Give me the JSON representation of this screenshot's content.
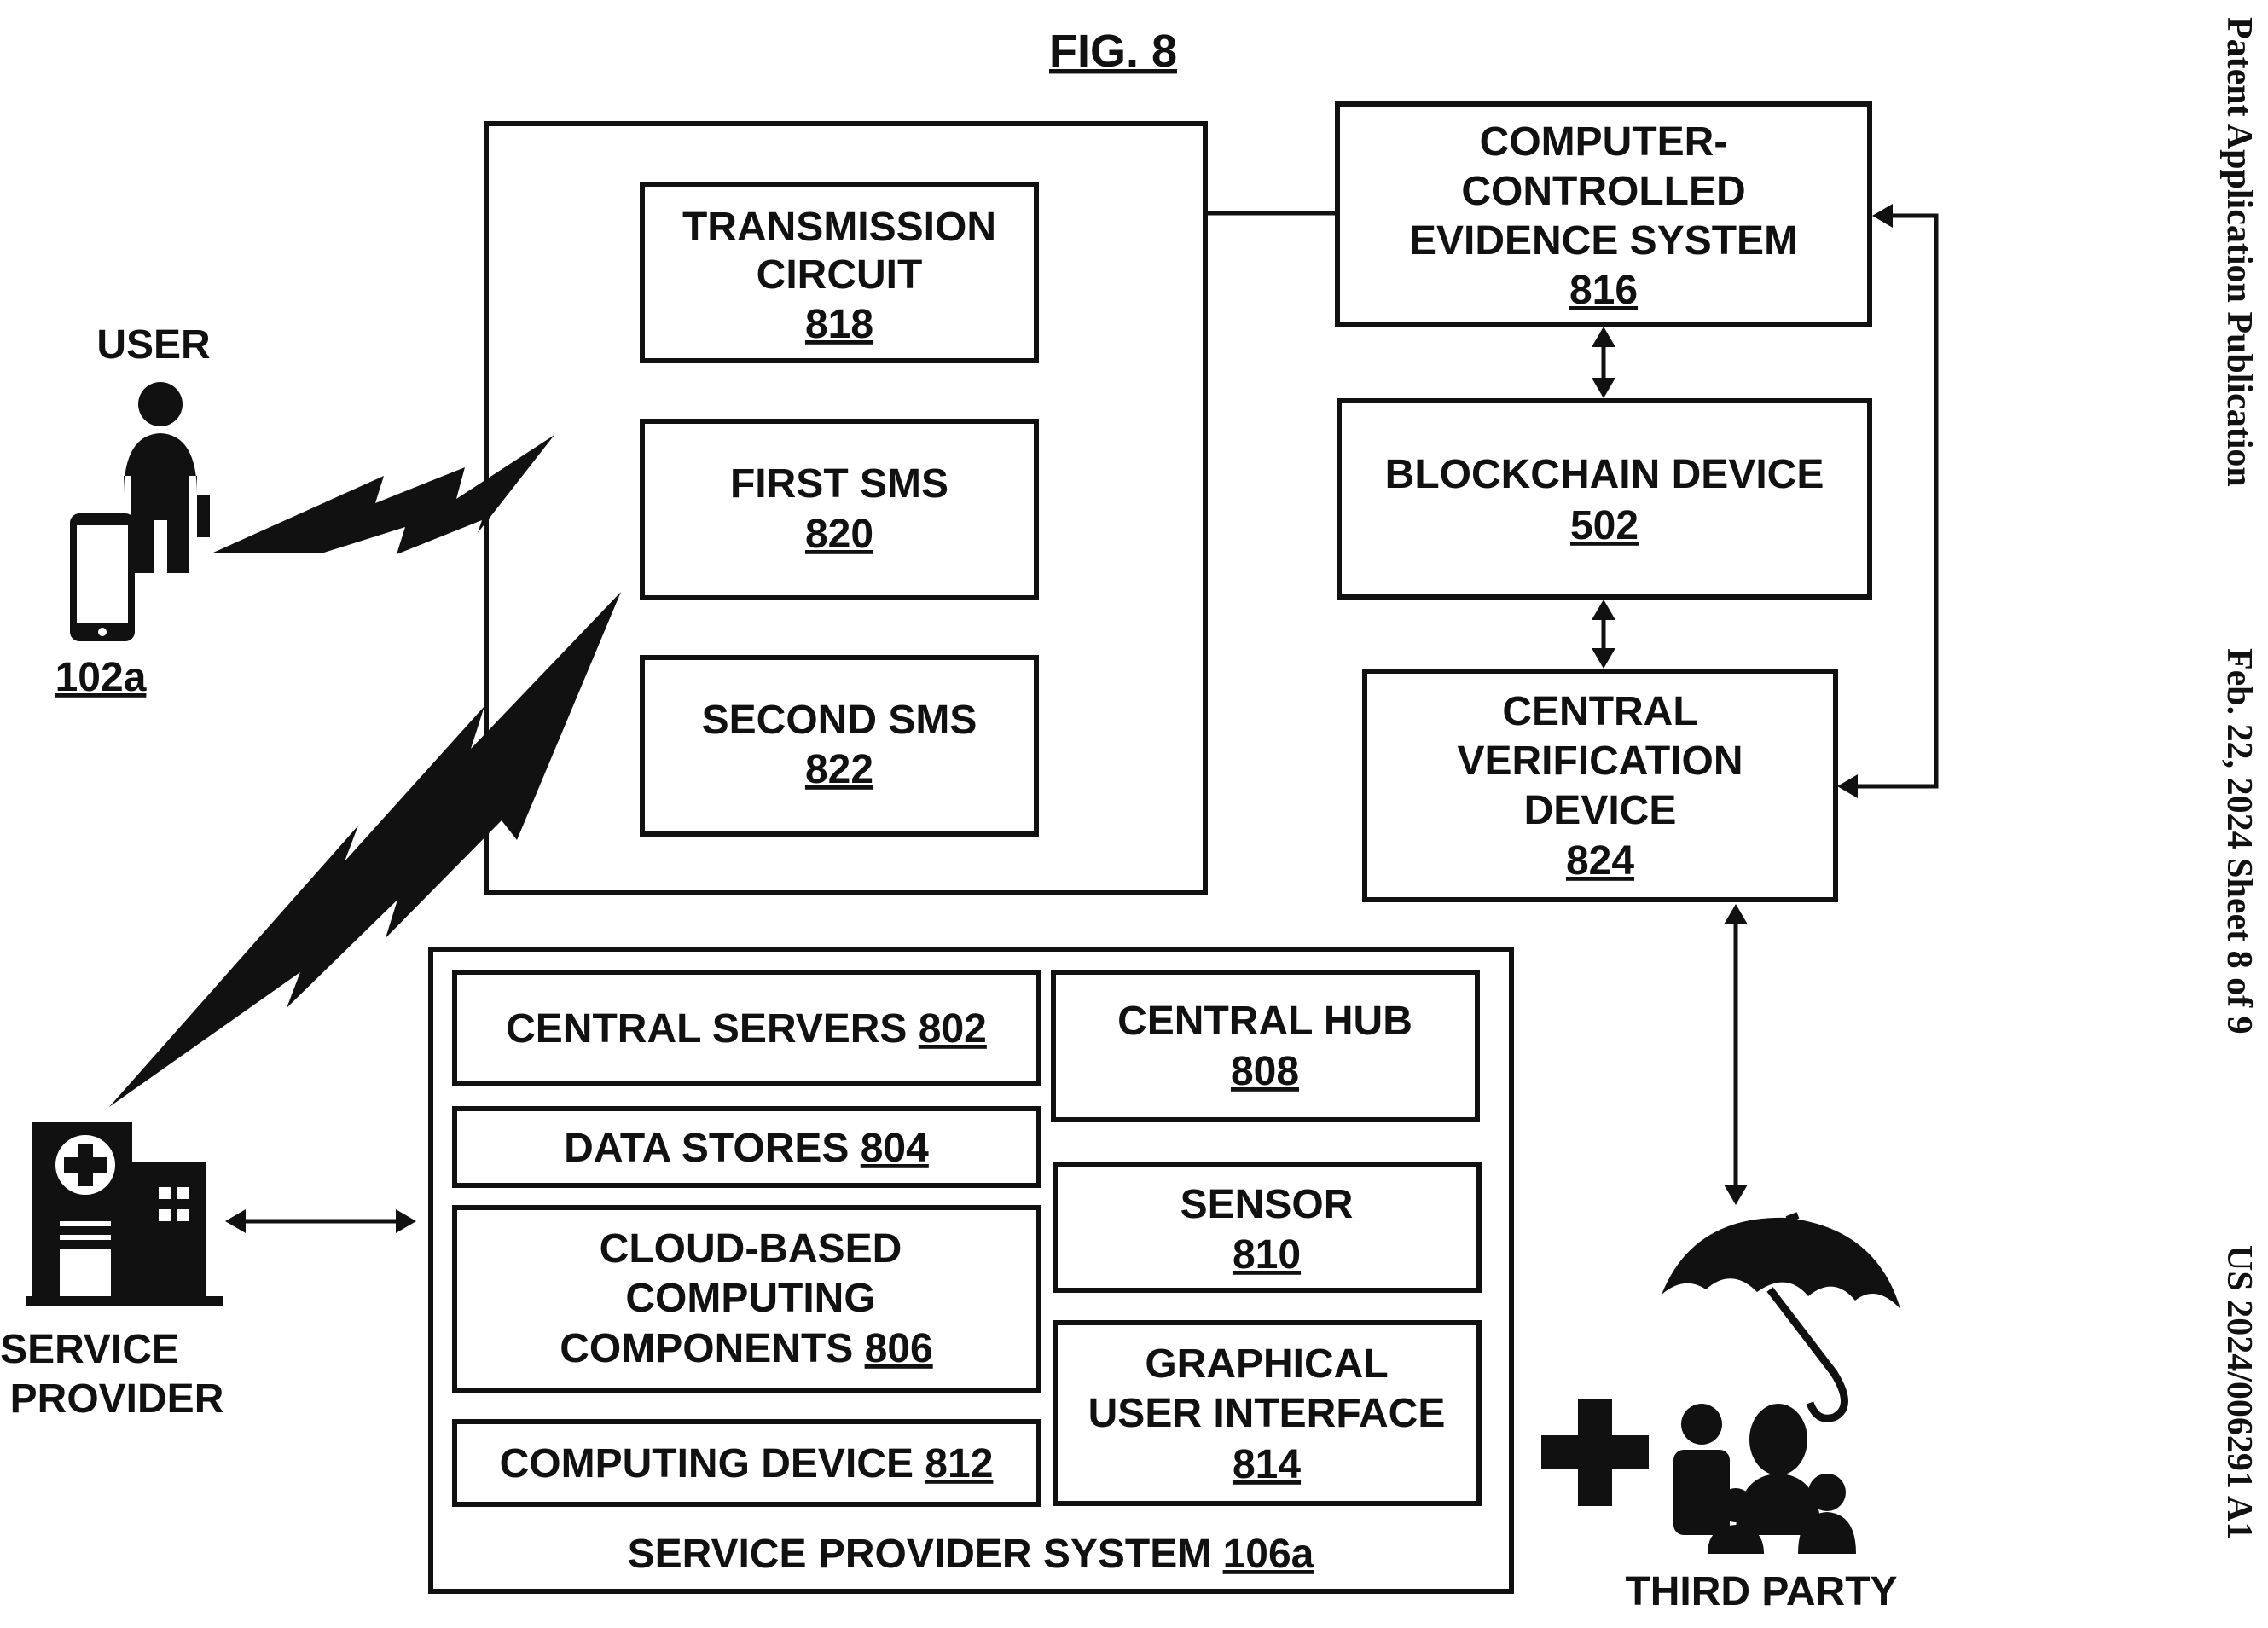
{
  "figure_title": "FIG. 8",
  "header": {
    "publication": "Patent Application Publication",
    "date_sheet": "Feb. 22, 2024  Sheet 8 of 9",
    "doc_number": "US 2024/006291 A1"
  },
  "user": {
    "label": "USER",
    "ref": "102a"
  },
  "service_provider": {
    "line1": "SERVICE",
    "line2": "PROVIDER"
  },
  "third_party": {
    "label": "THIRD PARTY"
  },
  "comm_system": {
    "transmission": {
      "line1": "TRANSMISSION",
      "line2": "CIRCUIT",
      "ref": "818"
    },
    "first_sms": {
      "line1": "FIRST SMS",
      "ref": "820"
    },
    "second_sms": {
      "line1": "SECOND SMS",
      "ref": "822"
    }
  },
  "evidence_system": {
    "line1": "COMPUTER-",
    "line2": "CONTROLLED",
    "line3": "EVIDENCE SYSTEM",
    "ref": "816"
  },
  "blockchain": {
    "line1": "BLOCKCHAIN DEVICE",
    "ref": "502"
  },
  "verification": {
    "line1": "CENTRAL",
    "line2": "VERIFICATION",
    "line3": "DEVICE",
    "ref": "824"
  },
  "sps": {
    "label": "SERVICE PROVIDER SYSTEM ",
    "ref": "106a",
    "central_servers": {
      "label": "CENTRAL SERVERS ",
      "ref": "802"
    },
    "data_stores": {
      "label": "DATA STORES ",
      "ref": "804"
    },
    "cloud": {
      "line1": "CLOUD-BASED",
      "line2": "COMPUTING",
      "line3": "COMPONENTS ",
      "ref": "806"
    },
    "computing_device": {
      "label": "COMPUTING DEVICE ",
      "ref": "812"
    },
    "central_hub": {
      "line1": "CENTRAL HUB",
      "ref": "808"
    },
    "sensor": {
      "line1": "SENSOR",
      "ref": "810"
    },
    "gui": {
      "line1": "GRAPHICAL",
      "line2": "USER INTERFACE",
      "ref": "814"
    }
  }
}
